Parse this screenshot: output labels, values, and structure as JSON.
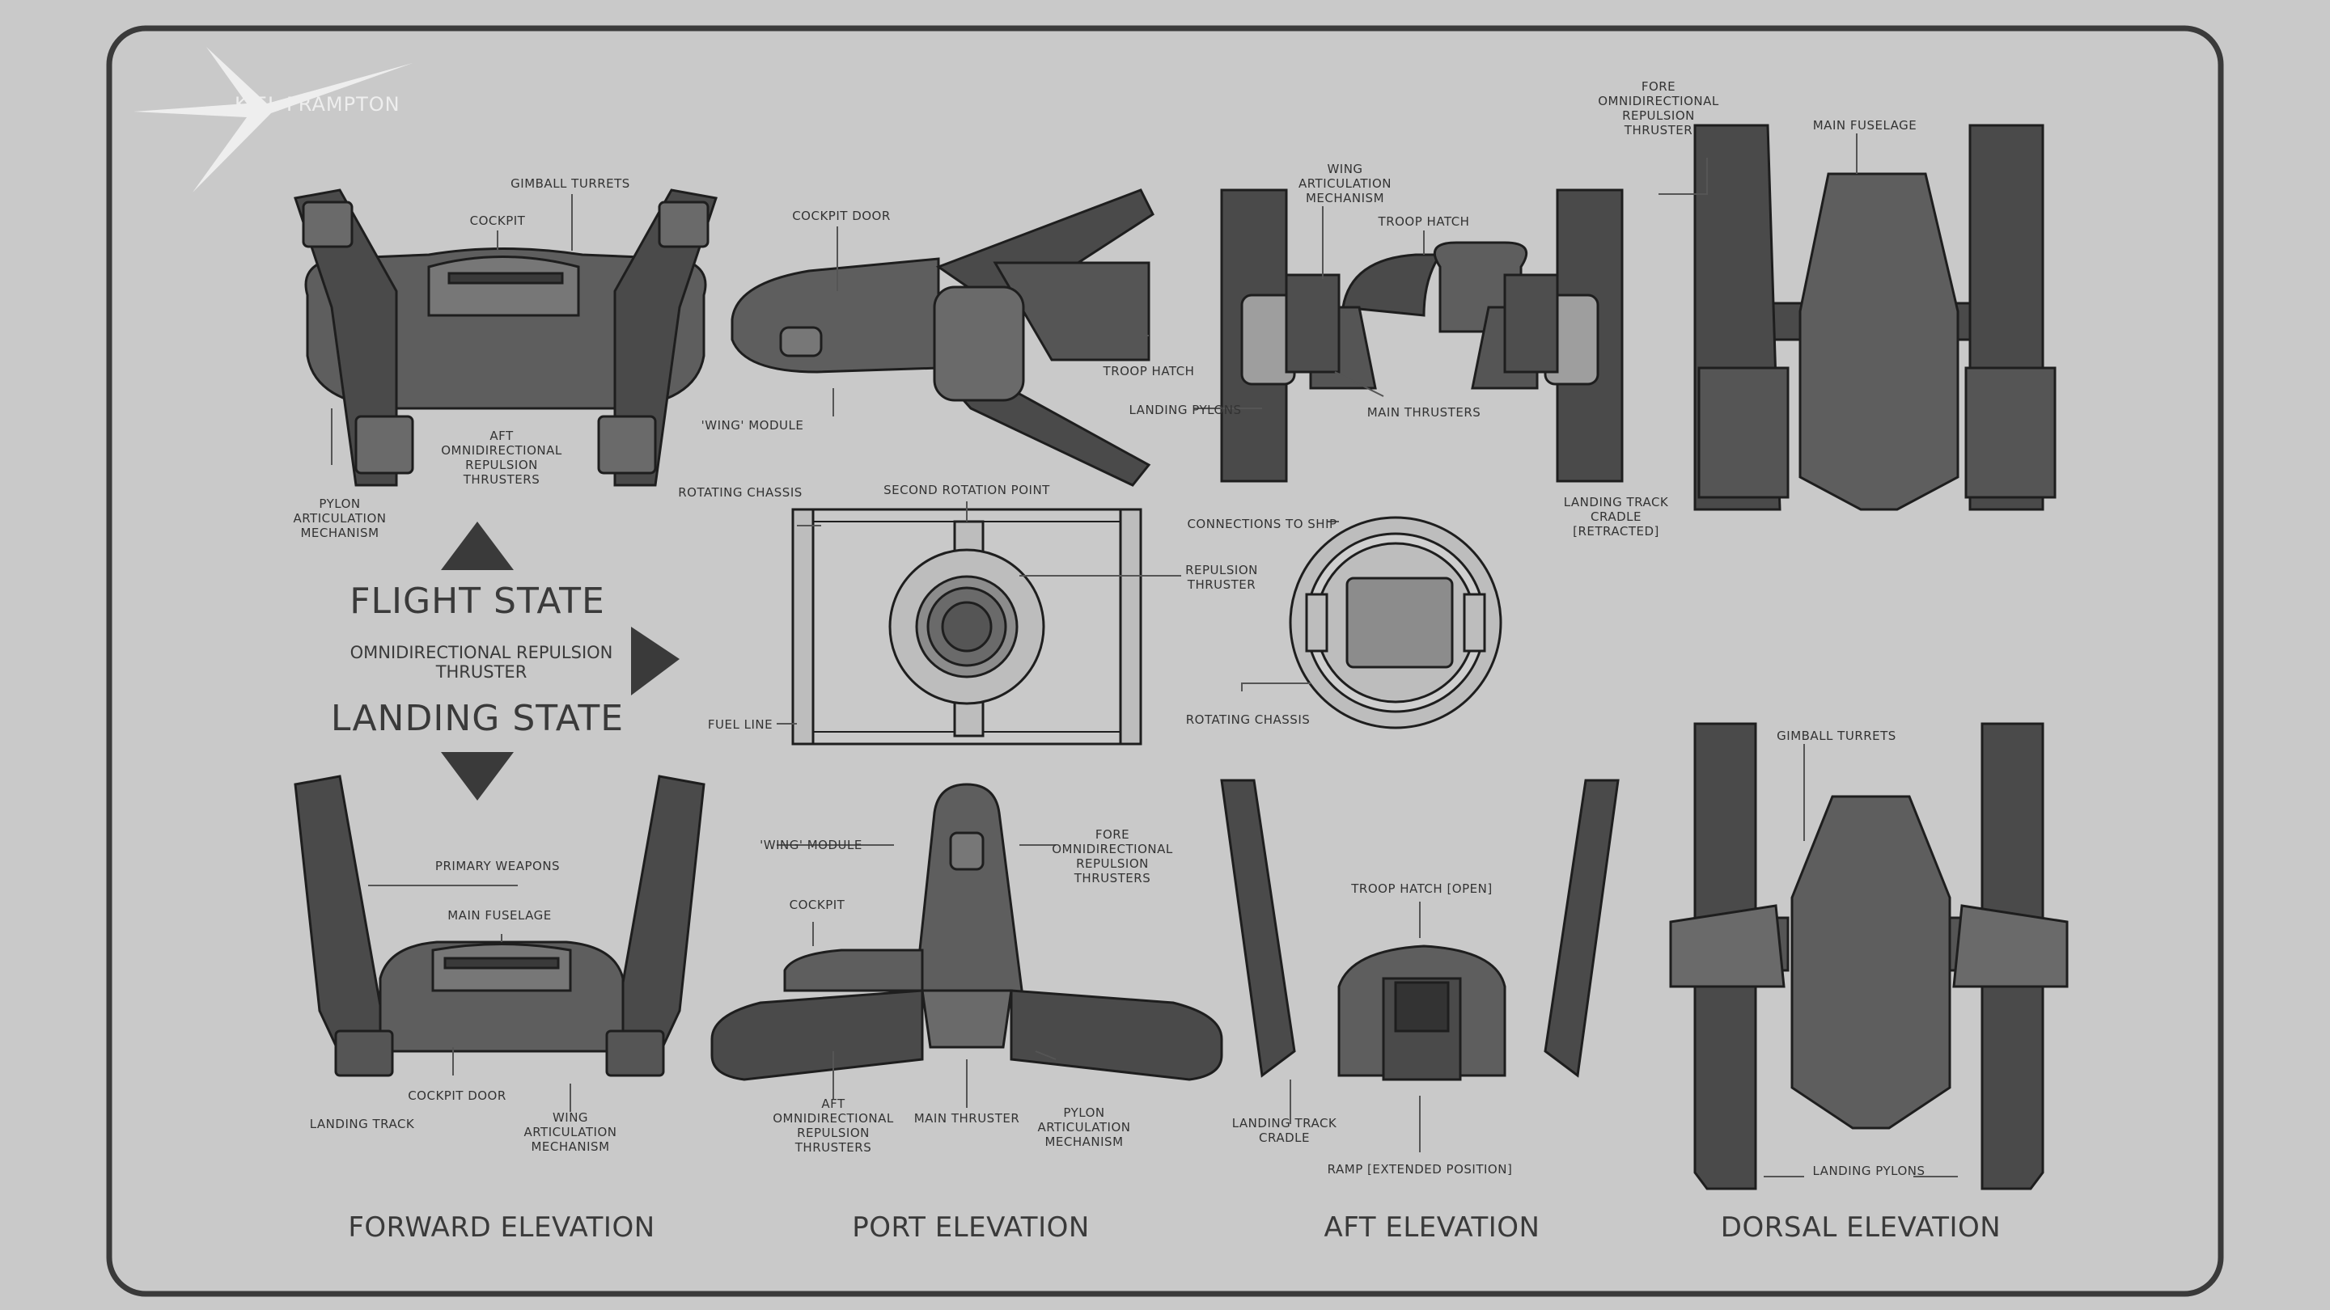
{
  "brand": {
    "name": "KIEL FRAMPTON",
    "logo_icon": "blade-star-logo-icon"
  },
  "states": {
    "flight": "FLIGHT STATE",
    "landing": "LANDING STATE",
    "thruster_title": "OMNIDIRECTIONAL REPULSION THRUSTER",
    "up_icon": "triangle-up-icon",
    "down_icon": "triangle-down-icon",
    "right_icon": "triangle-right-icon"
  },
  "elevations": {
    "forward": "FORWARD ELEVATION",
    "port": "PORT ELEVATION",
    "aft": "AFT ELEVATION",
    "dorsal": "DORSAL ELEVATION"
  },
  "labels": {
    "forward_flight": {
      "gimbal_turrets": "GIMBALL TURRETS",
      "cockpit": "COCKPIT",
      "aft_thrusters": "AFT OMNIDIRECTIONAL REPULSION THRUSTERS",
      "pylon_mech": "PYLON ARTICULATION MECHANISM"
    },
    "port_flight": {
      "cockpit_door": "COCKPIT DOOR",
      "troop_hatch": "TROOP HATCH",
      "wing_module": "'WING' MODULE",
      "landing_pylons": "LANDING PYLONS"
    },
    "aft_flight": {
      "wing_mech": "WING ARTICULATION MECHANISM",
      "troop_hatch": "TROOP HATCH",
      "main_thrusters": "MAIN THRUSTERS",
      "landing_cradle": "LANDING TRACK CRADLE [RETRACTED]"
    },
    "dorsal_flight": {
      "fore_thruster": "FORE OMNIDIRECTIONAL REPULSION THRUSTER",
      "main_fuselage": "MAIN FUSELAGE"
    },
    "thruster_detail": {
      "rotating_chassis": "ROTATING CHASSIS",
      "second_rotation": "SECOND ROTATION POINT",
      "fuel_line": "FUEL LINE",
      "repulsion_thruster": "REPULSION THRUSTER",
      "connections": "CONNECTIONS TO SHIP",
      "rotating_chassis_2": "ROTATING CHASSIS"
    },
    "forward_landing": {
      "primary_weapons": "PRIMARY WEAPONS",
      "main_fuselage": "MAIN FUSELAGE",
      "cockpit_door": "COCKPIT DOOR",
      "landing_track": "LANDING TRACK",
      "wing_mech": "WING ARTICULATION MECHANISM"
    },
    "port_landing": {
      "wing_module": "'WING' MODULE",
      "fore_thrusters": "FORE OMNIDIRECTIONAL REPULSION THRUSTERS",
      "cockpit": "COCKPIT",
      "aft_thrusters": "AFT OMNIDIRECTIONAL REPULSION THRUSTERS",
      "main_thruster": "MAIN THRUSTER",
      "pylon_mech": "PYLON ARTICULATION MECHANISM"
    },
    "aft_landing": {
      "troop_hatch_open": "TROOP HATCH [OPEN]",
      "landing_cradle": "LANDING TRACK CRADLE",
      "ramp": "RAMP [EXTENDED POSITION]"
    },
    "dorsal_landing": {
      "gimbal_turrets": "GIMBALL TURRETS",
      "landing_pylons": "LANDING PYLONS"
    }
  },
  "colors": {
    "background": "#c9c9c9",
    "panel_border": "#3a3a3a",
    "hull_dark": "#4a4a4a",
    "hull_mid": "#5e5e5e",
    "hull_light": "#777777",
    "text": "#333333"
  }
}
